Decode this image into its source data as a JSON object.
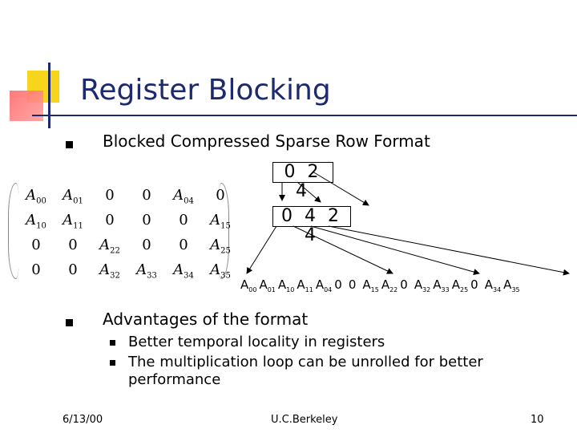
{
  "slide": {
    "title": "Register Blocking",
    "bullet1": "Blocked Compressed Sparse Row Format",
    "bullet2": "Advantages of the format",
    "sub_bullets": [
      "Better temporal locality in registers",
      "The multiplication loop can be unrolled for better",
      "performance"
    ]
  },
  "indices": {
    "row_ptr": "0 2 4",
    "col_idx": "0 4 2 4"
  },
  "matrix": {
    "rows": [
      [
        "A|00",
        "A|01",
        "0",
        "0",
        "A|04",
        "0"
      ],
      [
        "A|10",
        "A|11",
        "0",
        "0",
        "0",
        "A|15"
      ],
      [
        "0",
        "0",
        "A|22",
        "0",
        "0",
        "A|25"
      ],
      [
        "0",
        "0",
        "A|32",
        "A|33",
        "A|34",
        "A|35"
      ]
    ]
  },
  "values_array": {
    "items": [
      "A|00",
      "A|01",
      "A|10",
      "A|11",
      "A|04",
      "0",
      "0",
      "A|15",
      "A|22",
      "0",
      "A|32",
      "A|33",
      "A|25",
      "0",
      "A|34",
      "A|35"
    ]
  },
  "footer": {
    "date": "6/13/00",
    "center": "U.C.Berkeley",
    "page": "10"
  }
}
